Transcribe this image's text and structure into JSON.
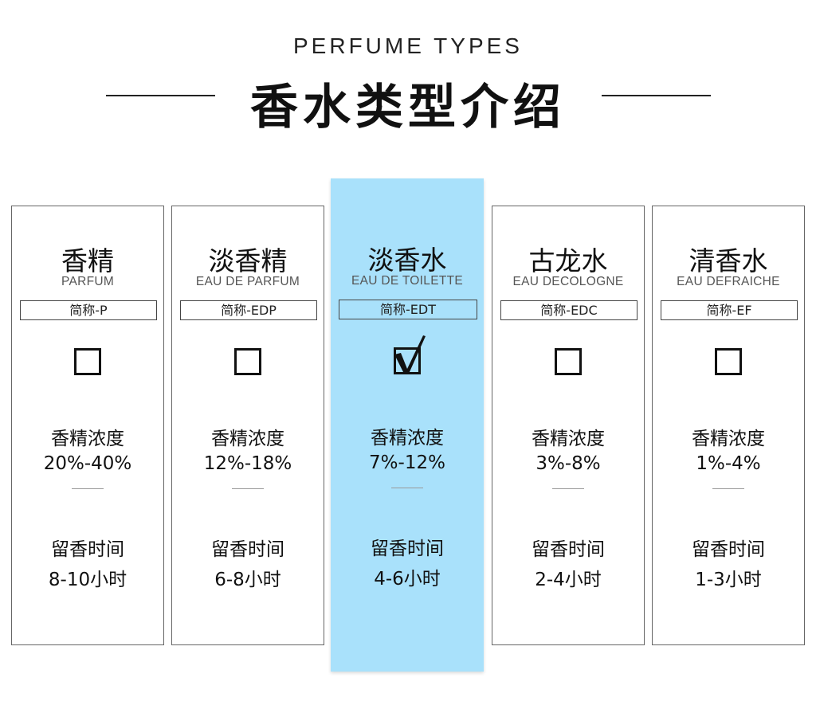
{
  "header": {
    "subtitle_en": "PERFUME TYPES",
    "title": "香水类型介绍"
  },
  "cards": [
    {
      "name": "香精",
      "en": "PARFUM",
      "abbr": "简称-P",
      "checked": false,
      "conc_label": "香精浓度",
      "conc": "20%-40%",
      "time_label": "留香时间",
      "time": "8-10小时"
    },
    {
      "name": "淡香精",
      "en": "EAU DE PARFUM",
      "abbr": "简称-EDP",
      "checked": false,
      "conc_label": "香精浓度",
      "conc": "12%-18%",
      "time_label": "留香时间",
      "time": "6-8小时"
    },
    {
      "name": "淡香水",
      "en": "EAU DE TOILETTE",
      "abbr": "简称-EDT",
      "checked": true,
      "conc_label": "香精浓度",
      "conc": "7%-12%",
      "time_label": "留香时间",
      "time": "4-6小时"
    },
    {
      "name": "古龙水",
      "en": "EAU DECOLOGNE",
      "abbr": "简称-EDC",
      "checked": false,
      "conc_label": "香精浓度",
      "conc": "3%-8%",
      "time_label": "留香时间",
      "time": "2-4小时"
    },
    {
      "name": "清香水",
      "en": "EAU DEFRAICHE",
      "abbr": "简称-EF",
      "checked": false,
      "conc_label": "香精浓度",
      "conc": "1%-4%",
      "time_label": "留香时间",
      "time": "1-3小时"
    }
  ],
  "colors": {
    "highlight": "#a9e1fb"
  }
}
